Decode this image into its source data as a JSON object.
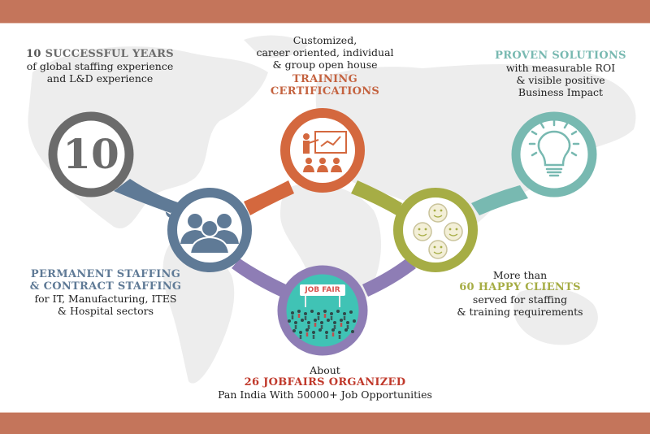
{
  "colors": {
    "frame_bar": "#c4755b",
    "gray": "#6b6b6b",
    "blue": "#5f7a96",
    "orange": "#d4683e",
    "purple": "#8e7db5",
    "olive": "#a6ad45",
    "teal": "#78b9b1",
    "red_heading": "#c0392b",
    "map": "#ececec"
  },
  "blocks": {
    "years": {
      "number": "10",
      "heading": "SUCCESSFUL YEARS",
      "lines": [
        "of global staffing experience",
        "and L&D experience"
      ],
      "circle_text": "10",
      "icon": "number-ten-icon"
    },
    "training": {
      "lines": [
        "Customized,",
        "career oriented, individual",
        "& group open house"
      ],
      "heading_lines": [
        "TRAINING",
        "CERTIFICATIONS"
      ],
      "icon": "presentation-trainer-icon"
    },
    "solutions": {
      "heading": "PROVEN SOLUTIONS",
      "lines": [
        "with measurable ROI",
        "& visible positive",
        "Business Impact"
      ],
      "icon": "lightbulb-icon"
    },
    "staffing": {
      "heading_lines": [
        "PERMANENT STAFFING",
        "& CONTRACT STAFFING"
      ],
      "lines": [
        "for IT, Manufacturing, ITES",
        "& Hospital sectors"
      ],
      "icon": "people-group-icon"
    },
    "clients": {
      "intro": "More than",
      "heading": "60 HAPPY CLIENTS",
      "lines": [
        "served for staffing",
        "& training requirements"
      ],
      "icon": "smiley-faces-icon"
    },
    "jobfairs": {
      "intro": "About",
      "heading": "26 JOBFAIRS ORGANIZED",
      "line": "Pan India With 50000+ Job Opportunities",
      "banner": "JOB FAIR",
      "icon": "job-fair-crowd-icon"
    }
  }
}
